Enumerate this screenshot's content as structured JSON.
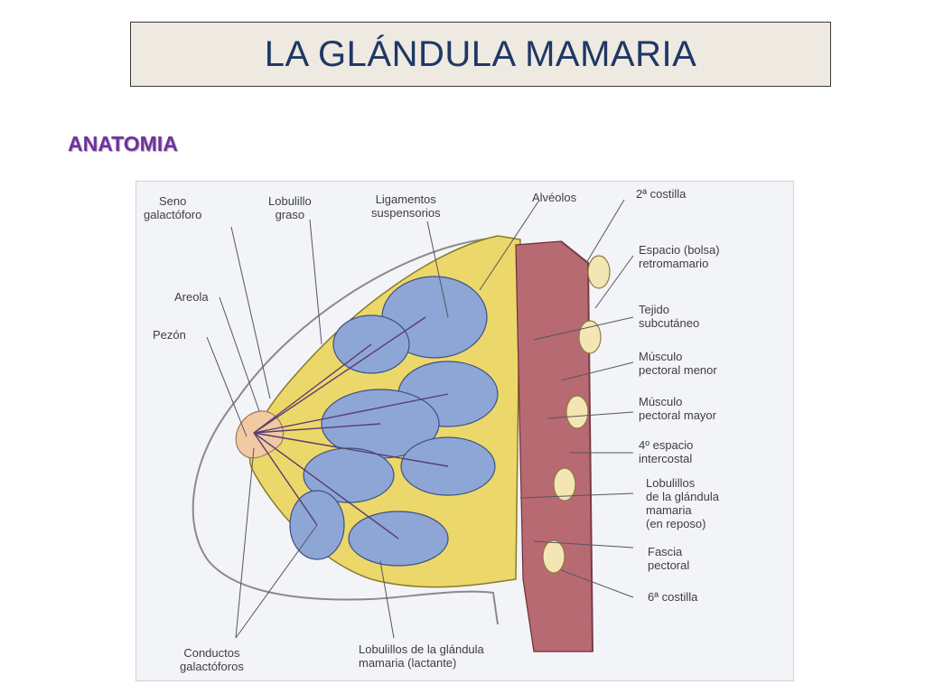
{
  "slide": {
    "title": "LA GLÁNDULA MAMARIA",
    "subtitle": "ANATOMIA"
  },
  "figure": {
    "labels": {
      "seno": "Seno\ngalactóforo",
      "lobulillo_graso": "Lobulillo\ngraso",
      "ligamentos": "Ligamentos\nsuspensorios",
      "alveolos": "Alvéolos",
      "costilla2": "2ª costilla",
      "areola": "Areola",
      "pezon": "Pezón",
      "espacio": "Espacio (bolsa)\nretromamario",
      "tejido": "Tejido\nsubcutáneo",
      "musculo_menor": "Músculo\npectoral menor",
      "musculo_mayor": "Músculo\npectoral mayor",
      "espacio4": "4º espacio\nintercostal",
      "lobulillos_reposo": "Lobulillos\nde la glándula\nmamaria\n(en reposo)",
      "fascia": "Fascia\npectoral",
      "costilla6": "6ª costilla",
      "conductos": "Conductos\ngalactóforos",
      "lobulillos_lactante": "Lobulillos de la glándula\nmamaria (lactante)"
    }
  }
}
